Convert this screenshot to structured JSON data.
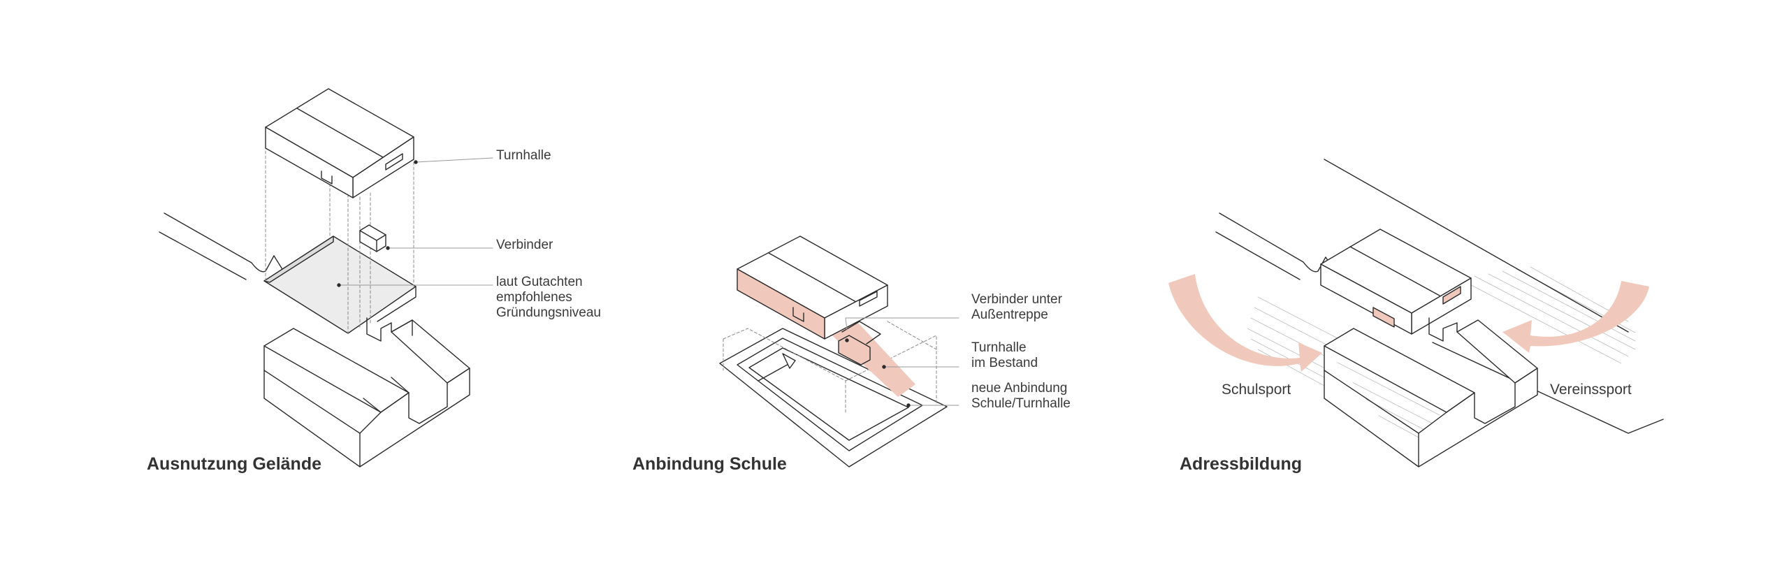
{
  "panels": [
    {
      "title": "Ausnutzung Gelände",
      "labels": [
        "Turnhalle",
        "Verbinder",
        "laut Gutachten\nempfohlenes\nGründungsniveau"
      ]
    },
    {
      "title": "Anbindung Schule",
      "labels": [
        "Verbinder unter\nAußentreppe",
        "Turnhalle\nim Bestand",
        "neue Anbindung\nSchule/Turnhalle"
      ]
    },
    {
      "title": "Adressbildung",
      "labels": [
        "Schulsport",
        "Vereinssport"
      ]
    }
  ],
  "colors": {
    "line": "#2a2a2a",
    "accent": "#f0c9bc",
    "plane": "#ececec",
    "thin": "#888888"
  }
}
